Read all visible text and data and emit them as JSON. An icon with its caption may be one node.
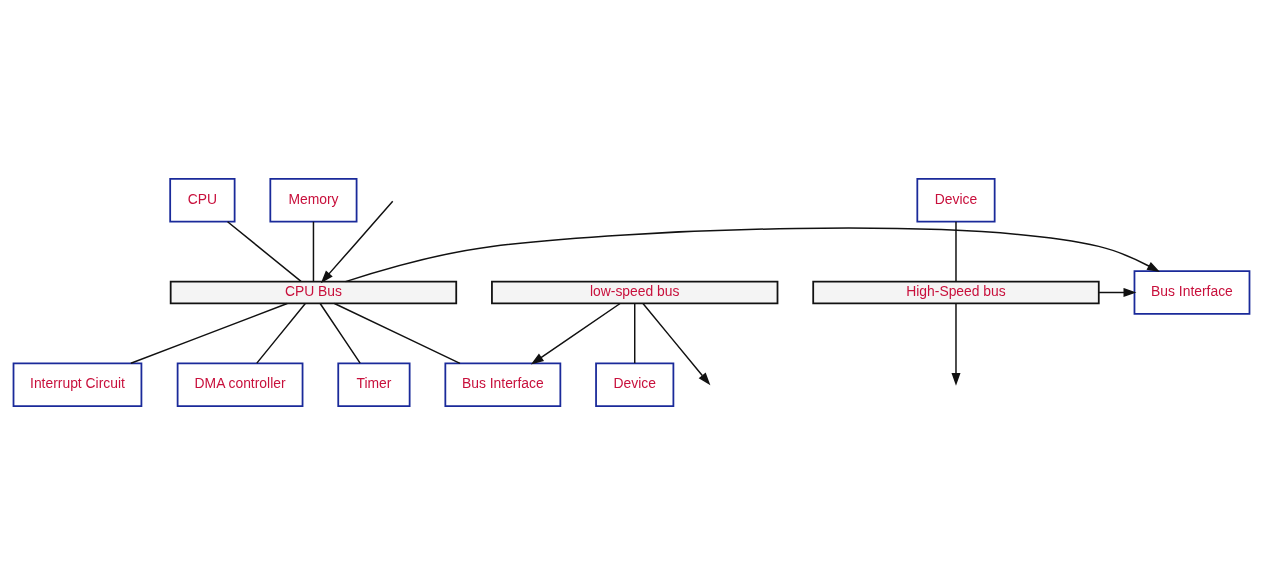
{
  "diagram": {
    "nodes": [
      {
        "text": [
          "CPU"
        ]
      },
      {
        "text": [
          "Memory"
        ]
      },
      {
        "text": [
          "Device"
        ]
      },
      {
        "text": [
          "CPU Bus"
        ]
      },
      {
        "text": [
          "Interrupt Circuit"
        ]
      },
      {
        "text": [
          "DMA controller"
        ]
      },
      {
        "text": [
          "Timer"
        ]
      },
      {
        "text": [
          "Bus Interface"
        ]
      },
      {
        "text": [
          "High-Speed bus"
        ]
      },
      {
        "text": [
          "Bus Interface"
        ]
      },
      {
        "text": [
          "low-speed bus"
        ]
      },
      {
        "text": [
          "Device"
        ]
      }
    ],
    "edges": [
      {
        "from": 0,
        "to": 3,
        "arrow": "none"
      },
      {
        "from": 1,
        "to": 3,
        "arrow": "none"
      },
      {
        "from": null,
        "to": 3,
        "arrow": "to"
      },
      {
        "from": 3,
        "to": 7,
        "arrow": "to"
      },
      {
        "from": 3,
        "to": 4,
        "arrow": "none"
      },
      {
        "from": 3,
        "to": 5,
        "arrow": "none"
      },
      {
        "from": 3,
        "to": 6,
        "arrow": "none"
      },
      {
        "from": 3,
        "to": 9,
        "arrow": "none"
      },
      {
        "from": 8,
        "to": 7,
        "arrow": "to"
      },
      {
        "from": 2,
        "to": 8,
        "arrow": "none"
      },
      {
        "from": 8,
        "to": null,
        "arrow": "to"
      },
      {
        "from": 10,
        "to": 9,
        "arrow": "to"
      },
      {
        "from": 10,
        "to": 11,
        "arrow": "none"
      },
      {
        "from": 10,
        "to": null,
        "arrow": "to"
      }
    ]
  }
}
